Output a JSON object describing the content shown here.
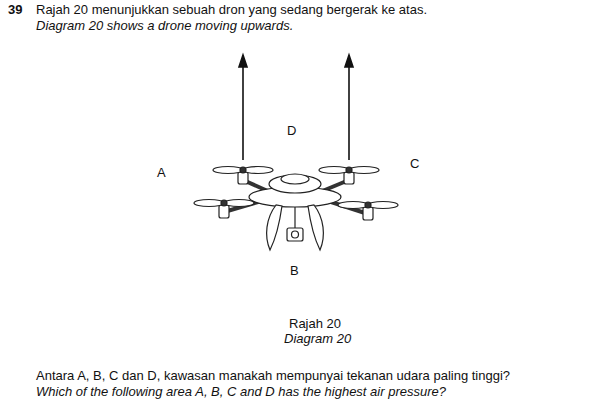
{
  "diagram": {
    "labels": [
      "39",
      "Rajah 20 menunjukkan sebuah dron yang sedang bergerak ke atas.",
      "Diagram 20 shows a drone moving upwards.",
      "D",
      "A",
      "C",
      "B",
      "Rajah 20",
      "Diagram 20",
      "Antara A, B, C dan D, kawasan manakah mempunyai tekanan udara paling tinggi?",
      "Which of the following area A, B, C and D has the highest air pressure?"
    ]
  }
}
